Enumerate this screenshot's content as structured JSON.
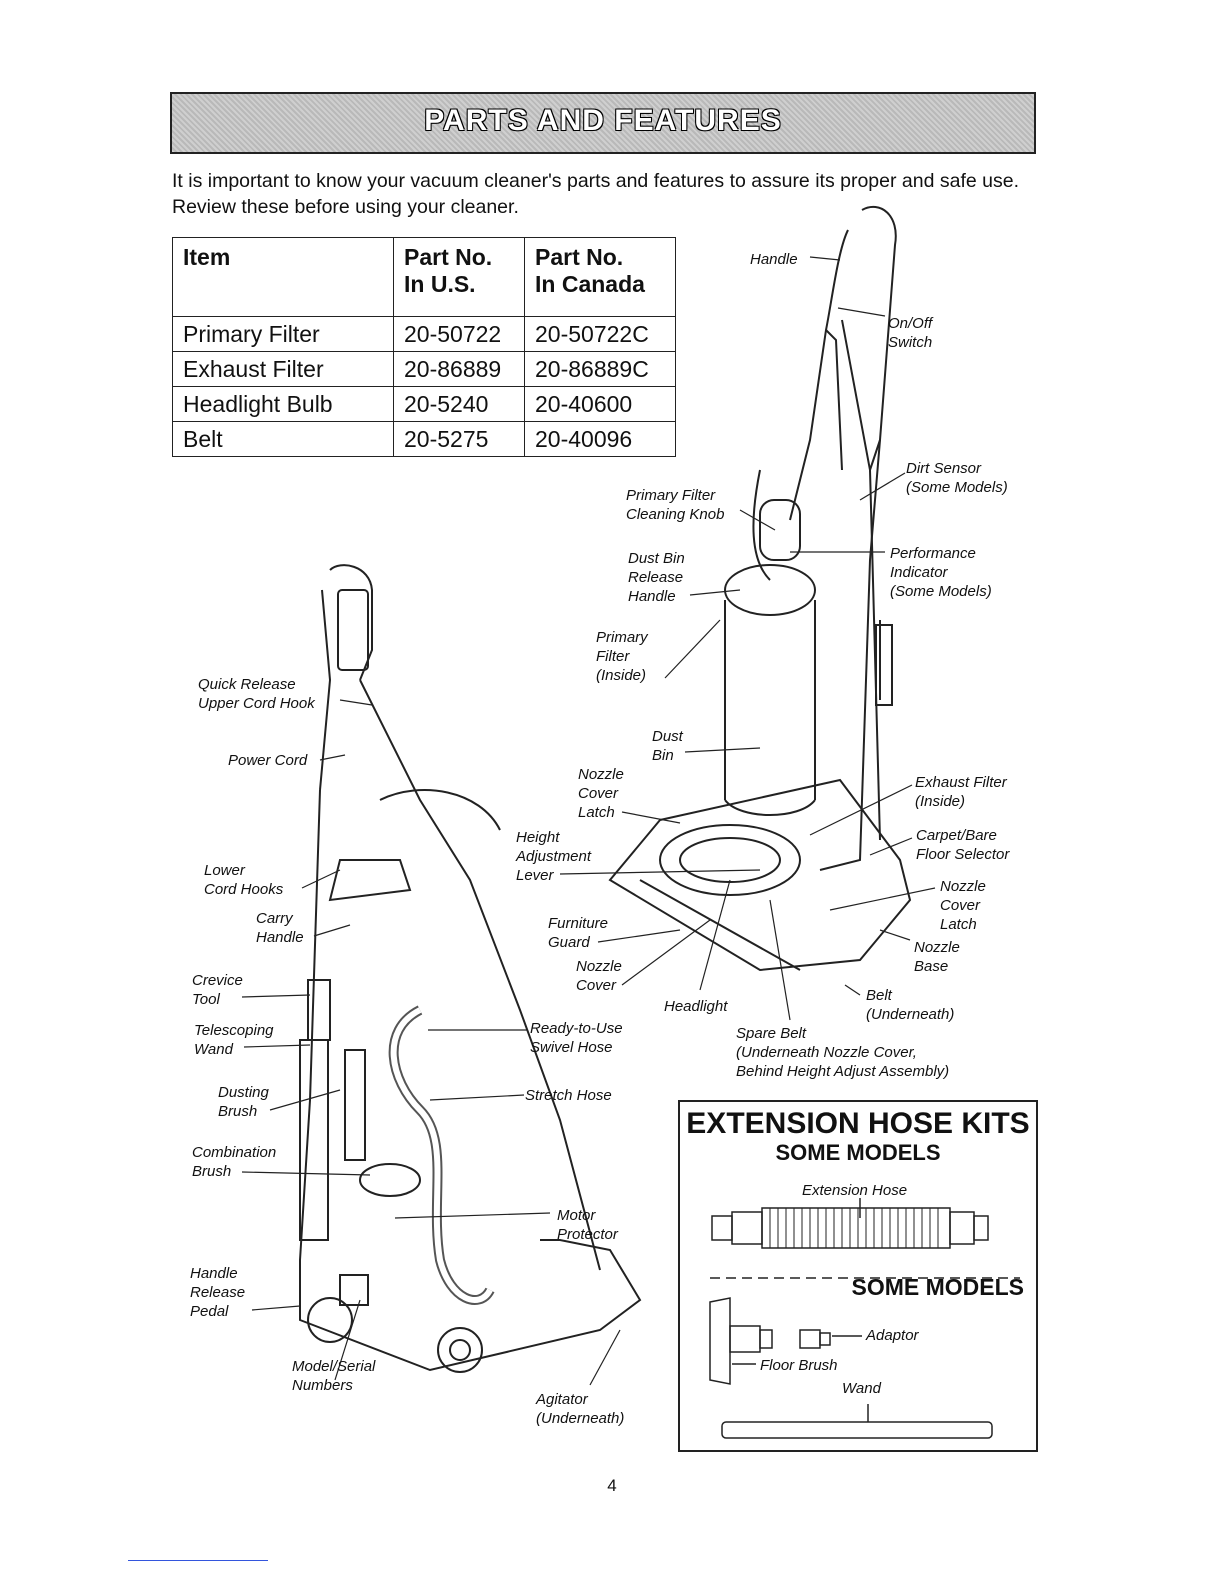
{
  "banner": {
    "title": "PARTS AND FEATURES"
  },
  "intro": "It is important to know your vacuum cleaner's parts and features to assure its proper and safe use. Review these before using your cleaner.",
  "table": {
    "headers": [
      "Item",
      "Part No.\nIn U.S.",
      "Part No.\nIn Canada"
    ],
    "rows": [
      [
        "Primary Filter",
        "20-50722",
        "20-50722C"
      ],
      [
        "Exhaust Filter",
        "20-86889",
        "20-86889C"
      ],
      [
        "Headlight Bulb",
        "20-5240",
        "20-40600"
      ],
      [
        "Belt",
        "20-5275",
        "20-40096"
      ]
    ]
  },
  "labels": {
    "handle": "Handle",
    "onoff": "On/Off\nSwitch",
    "dirt_sensor": "Dirt Sensor\n(Some Models)",
    "primary_filter_knob": "Primary Filter\nCleaning Knob",
    "performance": "Performance\nIndicator\n(Some Models)",
    "dust_bin_release": "Dust Bin\nRelease\nHandle",
    "primary_filter_inside": "Primary\nFilter\n(Inside)",
    "dust_bin": "Dust\nBin",
    "nozzle_cover_latch_left": "Nozzle\nCover\nLatch",
    "exhaust_filter": "Exhaust Filter\n(Inside)",
    "height_adjust": "Height\nAdjustment\nLever",
    "carpet_bare": "Carpet/Bare\nFloor Selector",
    "nozzle_cover_latch_right": "Nozzle\nCover\nLatch",
    "furniture_guard": "Furniture\nGuard",
    "nozzle_base": "Nozzle\nBase",
    "nozzle_cover": "Nozzle\nCover",
    "belt": "Belt\n(Underneath)",
    "headlight": "Headlight",
    "spare_belt": "Spare Belt\n(Underneath Nozzle Cover,\nBehind Height Adjust Assembly)",
    "quick_release": "Quick Release\nUpper Cord Hook",
    "power_cord": "Power Cord",
    "lower_cord_hooks": "Lower\nCord Hooks",
    "carry_handle": "Carry\nHandle",
    "crevice_tool": "Crevice\nTool",
    "telescoping_wand": "Telescoping\nWand",
    "ready_to_use": "Ready-to-Use\nSwivel Hose",
    "dusting_brush": "Dusting\nBrush",
    "stretch_hose": "Stretch Hose",
    "combination_brush": "Combination\nBrush",
    "motor_protector": "Motor\nProtector",
    "handle_release": "Handle\nRelease\nPedal",
    "model_serial": "Model/Serial\nNumbers",
    "agitator": "Agitator\n(Underneath)"
  },
  "kit": {
    "title": "EXTENSION HOSE KITS",
    "subtitle": "SOME MODELS",
    "extension_hose": "Extension Hose",
    "subtitle2": "SOME MODELS",
    "adaptor": "Adaptor",
    "floor_brush": "Floor Brush",
    "wand": "Wand"
  },
  "page_number": "4"
}
